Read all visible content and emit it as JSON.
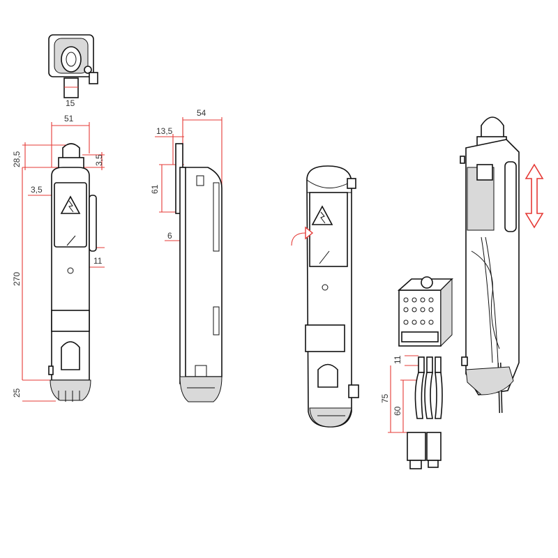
{
  "dimensions": {
    "top_width": "15",
    "front_width": "51",
    "cap_height": "28,5",
    "cap_offset": "3,5",
    "left_offset": "3,5",
    "body_height": "270",
    "side_gap": "11",
    "bottom_height": "25",
    "side_depth": "54",
    "side_offset": "13,5",
    "side_span": "61",
    "side_small": "6",
    "terminal_top": "11",
    "terminal_mid": "75",
    "terminal_low": "60"
  },
  "colors": {
    "dimension": "#e53935",
    "outline": "#111111",
    "hazard": "#111111"
  },
  "icons": [
    "hazard-triangle-icon",
    "screwdriver-icon",
    "rotate-arrow-icon",
    "up-down-arrow-icon"
  ]
}
